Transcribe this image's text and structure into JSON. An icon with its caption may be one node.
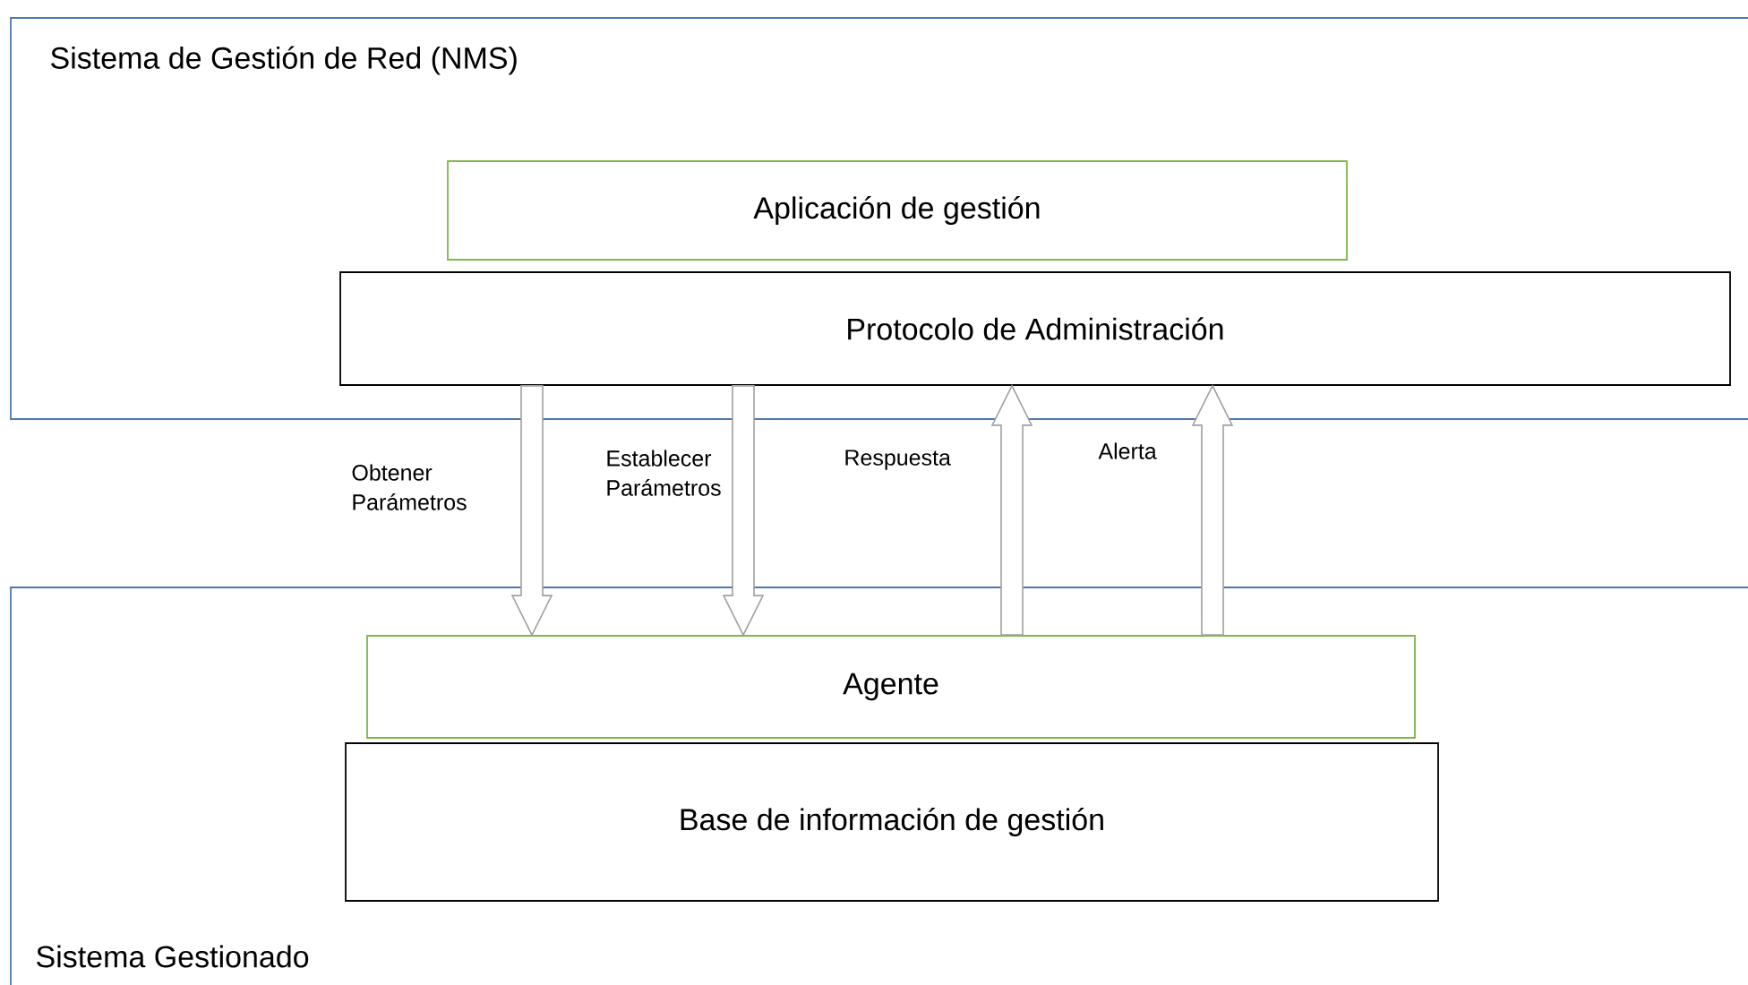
{
  "diagram": {
    "nodes": [
      {
        "text": [
          "Sistema de Gestión de Red (NMS)"
        ]
      },
      {
        "text": [
          "Aplicación de gestión"
        ],
        "in": 0
      },
      {
        "text": [
          "Protocolo de Administración"
        ],
        "in": 0
      },
      {
        "text": [
          "Sistema Gestionado"
        ]
      },
      {
        "text": [
          "Agente"
        ],
        "in": 3
      },
      {
        "text": [
          "Base de información de gestión"
        ],
        "in": 3
      }
    ],
    "edges": [
      {
        "from": 2,
        "to": 4,
        "arrow": "to",
        "label": "Obtener Parámetros"
      },
      {
        "from": 2,
        "to": 4,
        "arrow": "to",
        "label": "Establecer Parámetros"
      },
      {
        "from": 4,
        "to": 2,
        "arrow": "to",
        "label": "Respuesta"
      },
      {
        "from": 4,
        "to": 2,
        "arrow": "to",
        "label": "Alerta"
      }
    ]
  }
}
